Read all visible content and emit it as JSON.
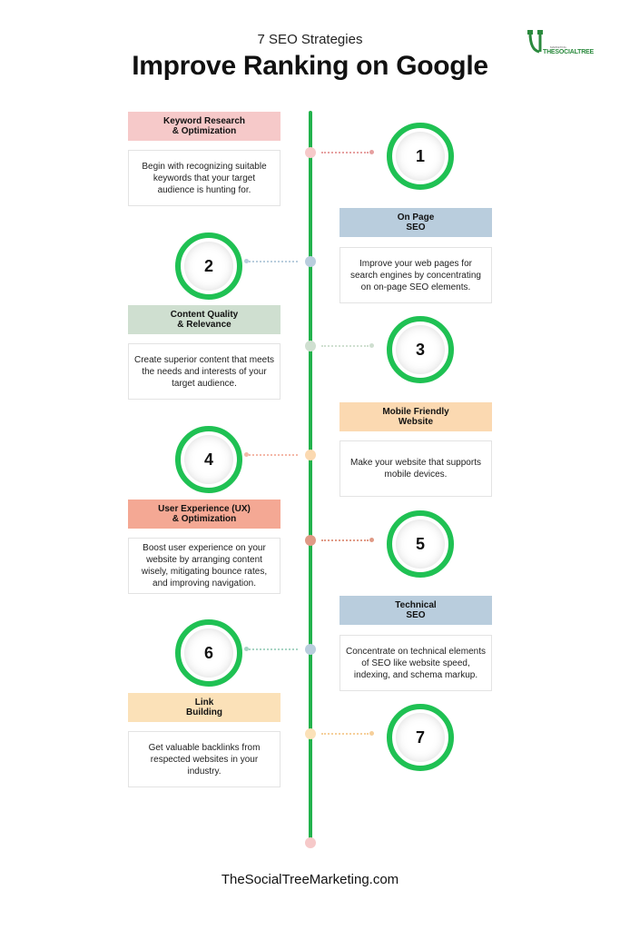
{
  "header": {
    "subtitle": "7 SEO Strategies",
    "title": "Improve Ranking on Google",
    "logo_text": "THESOCIALTREE",
    "logo_small": "MARKETING"
  },
  "colors": {
    "accent_green": "#22b24c",
    "pink": "#f6c9c9",
    "blue": "#b9cddd",
    "sage": "#cfdfd0",
    "peach": "#fbd9b1",
    "salmon": "#f4a894",
    "cream": "#fbe1b8"
  },
  "steps": [
    {
      "number": "1",
      "label": "Keyword Research\n& Optimization",
      "description": "Begin with recognizing suitable keywords that your target audience is hunting for."
    },
    {
      "number": "2",
      "label": "On Page\nSEO",
      "description": "Improve your web pages for search engines by concentrating on on-page SEO elements."
    },
    {
      "number": "3",
      "label": "Content Quality\n& Relevance",
      "description": "Create superior content that meets the needs and interests of your target audience."
    },
    {
      "number": "4",
      "label": "Mobile Friendly\nWebsite",
      "description": "Make your website that supports mobile devices."
    },
    {
      "number": "5",
      "label": "User Experience (UX)\n& Optimization",
      "description": "Boost user experience on your website by arranging content wisely, mitigating bounce rates, and improving navigation."
    },
    {
      "number": "6",
      "label": "Technical\nSEO",
      "description": "Concentrate on technical elements of SEO like website speed, indexing, and schema markup."
    },
    {
      "number": "7",
      "label": "Link\nBuilding",
      "description": "Get valuable backlinks from respected websites in your industry."
    }
  ],
  "footer": {
    "url": "TheSocialTreeMarketing.com"
  }
}
